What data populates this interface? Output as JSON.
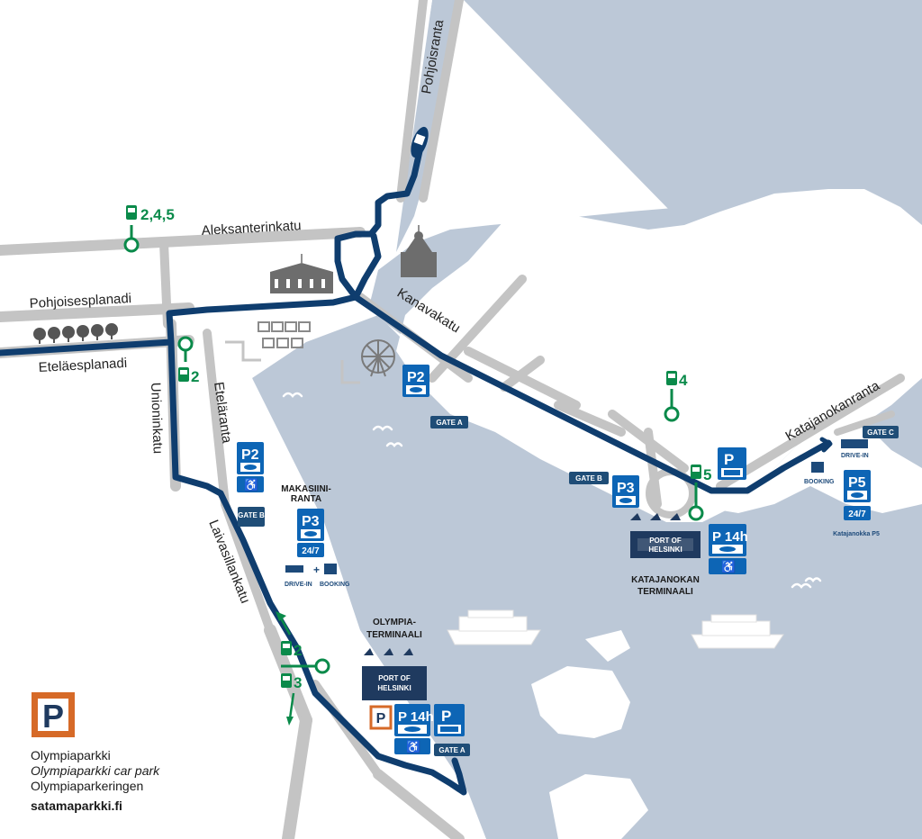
{
  "streets": {
    "pohjoisranta": "Pohjoisranta",
    "aleksanterinkatu": "Aleksanterinkatu",
    "pohjoisesplanadi": "Pohjoisesplanadi",
    "etelaesplanadi": "Eteläesplanadi",
    "unioninkatu": "Unioninkatu",
    "etelaranta": "Eteläranta",
    "kanavakatu": "Kanavakatu",
    "laivasillankatu": "Laivasillankatu",
    "katajanokanranta": "Katajanokanranta"
  },
  "tram_stops": {
    "aleks": "2,4,5",
    "esplanadi": "2",
    "katajanokka4": "4",
    "katajanokka5": "5",
    "laivasilta2": "2",
    "laivasilta3": "3"
  },
  "gates": {
    "gate_a_north": "GATE A",
    "gate_b_south": "GATE B",
    "gate_b_kata": "GATE B",
    "gate_c": "GATE C",
    "gate_a_olympia": "GATE A"
  },
  "parking": {
    "p2_north": "P2",
    "p2_south": "P2",
    "p3_makasiini": "P3",
    "p3_kata": "P3",
    "p5": "P5",
    "p4_14h": "P 14h",
    "p_14h": "P 14h",
    "p_bus_kata": "P",
    "p_bus_olympia": "P",
    "label_247_makasiini": "24/7",
    "label_247_p5": "24/7"
  },
  "labels": {
    "makasiini_title_1": "MAKASIINI-",
    "makasiini_title_2": "RANTA",
    "olympia_title_1": "OLYMPIA-",
    "olympia_title_2": "TERMINAALI",
    "kata_title_1": "KATAJANOKAN",
    "kata_title_2": "TERMINAALI",
    "port_of_1": "PORT OF",
    "port_of_2": "HELSINKI",
    "drive_in": "DRIVE-IN",
    "booking": "BOOKING",
    "katajanokka_p5": "Katajanokka P5"
  },
  "legend": {
    "line1": "Olympiaparkki",
    "line2": "Olympiaparkki car park",
    "line3": "Olympiaparkeringen",
    "url": "satamaparkki.fi"
  },
  "colors": {
    "water": "#bcc8d7",
    "land": "#ffffff",
    "road": "#bfbfbf",
    "route": "#0f3d6e",
    "tram": "#0a8a4a",
    "parking_blue": "#0d65b5",
    "building": "#6d6d6d",
    "gate_bg": "#1f4d77",
    "logo_orange": "#d66a28",
    "logo_navy": "#1f3a5f"
  }
}
